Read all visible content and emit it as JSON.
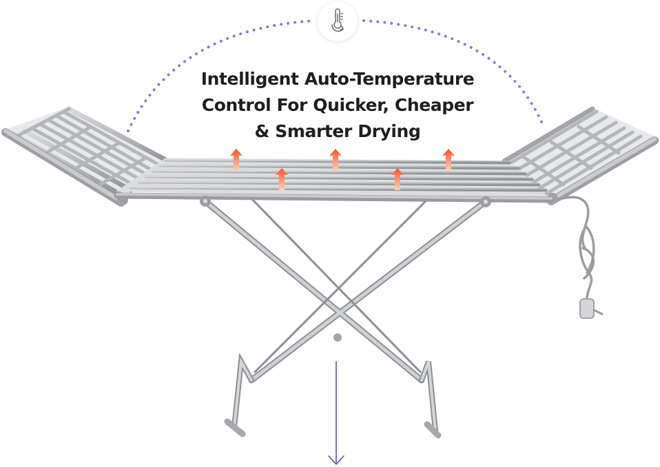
{
  "headline": {
    "line1": "Intelligent Auto-Temperature",
    "line2": "Control For Quicker, Cheaper",
    "line3": "& Smarter Drying"
  },
  "icons": {
    "badge": "thermometer-refresh-icon",
    "heat": "heat-up-arrow-icon",
    "scroll": "scroll-down-arrow-icon"
  },
  "colors": {
    "text": "#1f1f1f",
    "dots": "#7b83d6",
    "heat_top": "#f2552b",
    "heat_bottom": "#ffd0b8",
    "metal": "#b4b6b9",
    "metal_dark": "#8d9094",
    "scroll_arrow": "#4c57b0"
  }
}
